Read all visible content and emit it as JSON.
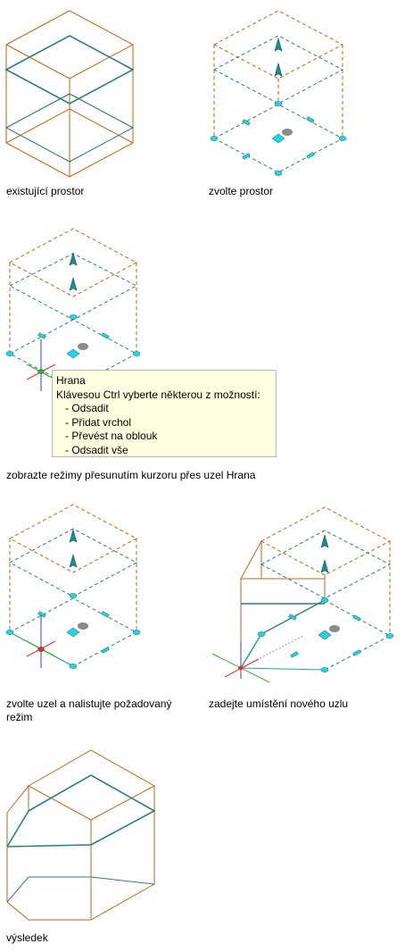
{
  "colors": {
    "wall_brown": "#b86a1a",
    "edge_teal": "#2a7f7f",
    "grip_cyan": "#26d4e0",
    "tooltip_bg": "#ffffe1",
    "axis_red": "#e03030",
    "axis_green": "#30b030",
    "axis_blue": "#3040e0"
  },
  "panels": [
    {
      "caption": "existující prostor"
    },
    {
      "caption": "zvolte prostor"
    },
    {
      "caption": "zobrazte režimy přesunutím kurzoru přes uzel Hrana"
    },
    {
      "caption": "zvolte uzel a nalistujte požadovaný režim"
    },
    {
      "caption": "zadejte umístění nového uzlu"
    },
    {
      "caption": "výsledek"
    }
  ],
  "tooltip": {
    "title": "Hrana",
    "instruction": "Klávesou Ctrl vyberte některou z možností:",
    "options": [
      "- Odsadit",
      "- Přidat vrchol",
      "- Převést na oblouk",
      "- Odsadit vše"
    ]
  }
}
